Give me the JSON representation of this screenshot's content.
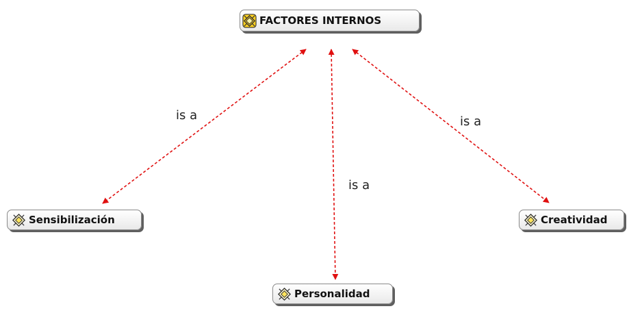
{
  "concepts": {
    "main": {
      "label": "FACTORES INTERNOS",
      "icon": "concept-icon"
    },
    "sensibilizacion": {
      "label": "Sensibilización",
      "icon": "concept-icon"
    },
    "personalidad": {
      "label": "Personalidad",
      "icon": "concept-icon"
    },
    "creatividad": {
      "label": "Creatividad",
      "icon": "concept-icon"
    }
  },
  "links": {
    "left": {
      "label": "is a"
    },
    "center": {
      "label": "is a"
    },
    "right": {
      "label": "is a"
    }
  },
  "colors": {
    "link_line": "#e01010",
    "node_border": "#8a8a8a",
    "icon_fill_main": "#ffd21f",
    "icon_fill_sub": "#fff8cc"
  }
}
